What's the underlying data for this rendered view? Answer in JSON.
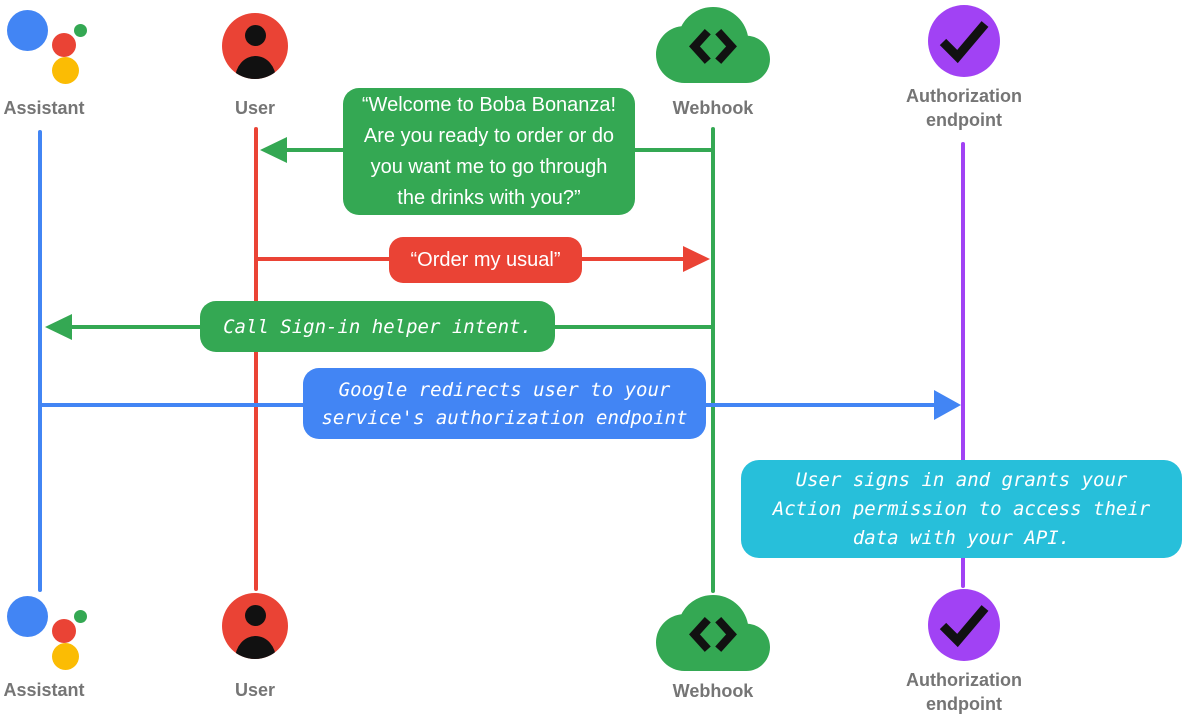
{
  "colors": {
    "assistant_blue": "#4285f4",
    "user_red": "#ea4335",
    "webhook_green": "#34a853",
    "auth_purple": "#a142f4",
    "annotation_cyan": "#27bfda",
    "logo_yellow": "#fbbc04",
    "label_gray": "#757575",
    "icon_glyph": "#111111",
    "bubble_text": "#ffffff"
  },
  "actors": {
    "assistant": {
      "label": "Assistant",
      "icon": "google-assistant-logo"
    },
    "user": {
      "label": "User",
      "icon": "person-icon"
    },
    "webhook": {
      "label": "Webhook",
      "icon": "cloud-code-icon"
    },
    "auth": {
      "label": "Authorization\nendpoint",
      "icon": "check-circle-icon"
    }
  },
  "messages": {
    "welcome": {
      "from": "Webhook",
      "to": "User",
      "color": "#34a853",
      "text": [
        "“Welcome to Boba Bonanza!",
        "Are you ready to order or do",
        "you want me to go through",
        "the drinks with you?”"
      ]
    },
    "order": {
      "from": "User",
      "to": "Webhook",
      "color": "#ea4335",
      "text": "“Order my usual”"
    },
    "signin": {
      "from": "Webhook",
      "to": "Assistant",
      "color": "#34a853",
      "text": "Call Sign-in helper intent."
    },
    "redirect": {
      "from": "Assistant",
      "to": "Authorization endpoint",
      "color": "#4285f4",
      "text": [
        "Google redirects user to your",
        "service's authorization endpoint"
      ]
    },
    "grant": {
      "from": "Authorization endpoint",
      "to": "Authorization endpoint",
      "color": "#27bfda",
      "text": [
        "User signs in and grants your",
        "Action permission to access their",
        "data with your API."
      ]
    }
  }
}
